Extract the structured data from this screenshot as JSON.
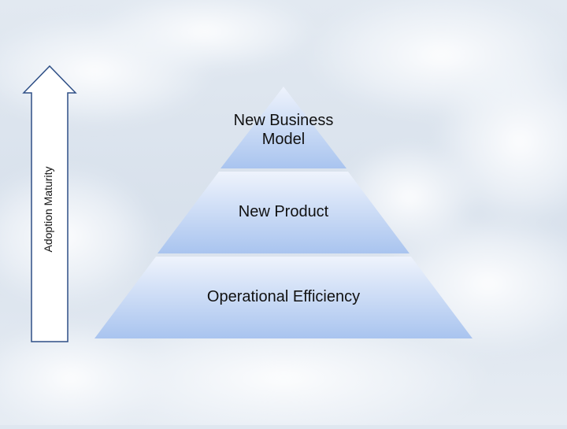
{
  "diagram": {
    "axis_label": "Adoption Maturity",
    "tiers": [
      {
        "label": "New Business\nModel"
      },
      {
        "label": "New Product"
      },
      {
        "label": "Operational Efficiency"
      }
    ]
  },
  "colors": {
    "tier_top": "#eef3fc",
    "tier_bottom": "#a9c4ef",
    "arrow_fill": "#ffffff",
    "arrow_stroke": "#2e4f86",
    "text": "#111111"
  }
}
